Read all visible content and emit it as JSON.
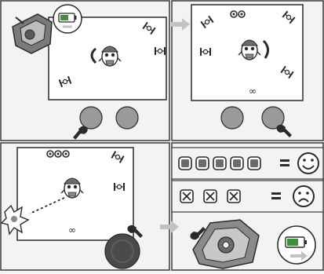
{
  "colors": {
    "ink": "#2a2a2a",
    "paper": "#f3f3f1",
    "panel_line": "#3a3a3a",
    "gray_button": "#9a9a9a",
    "dark_button": "#4a4a4a",
    "arrow_light": "#c2c2c2",
    "battery_green": "#3f8f3f"
  },
  "panels": [
    {
      "id": "top-left",
      "icons": [
        "millennium-falcon-icon",
        "battery-icon",
        "robot-character-icon",
        "tie-fighter-icon",
        "tie-fighter-icon",
        "tie-fighter-icon",
        "gray-button-icon",
        "gray-button-icon",
        "pointing-hand-icon"
      ]
    },
    {
      "id": "top-right",
      "icons": [
        "robot-character-icon",
        "tie-fighter-icon",
        "tie-fighter-icon",
        "tie-fighter-icon",
        "tie-fighter-icon",
        "infinity-glyph",
        "double-ring-icon",
        "gray-button-icon",
        "gray-button-icon",
        "pointing-hand-icon"
      ]
    },
    {
      "id": "bottom-left",
      "icons": [
        "triple-ring-icon",
        "robot-character-icon",
        "tie-fighter-icon",
        "tie-fighter-icon",
        "explosion-icon",
        "infinity-glyph",
        "dark-button-icon",
        "pointing-hand-icon"
      ]
    },
    {
      "id": "bottom-right",
      "icons": [
        "check-box-icon",
        "equals-sign",
        "happy-face-icon",
        "cross-box-icon",
        "sad-face-icon",
        "millennium-falcon-icon",
        "battery-icon",
        "pointing-hand-icon"
      ]
    }
  ],
  "equations": {
    "win_row": {
      "count": 5,
      "symbol": "check-box-icon",
      "result": "happy-face-icon"
    },
    "lose_row": {
      "count": 3,
      "symbol": "cross-box-icon",
      "result": "sad-face-icon"
    }
  }
}
